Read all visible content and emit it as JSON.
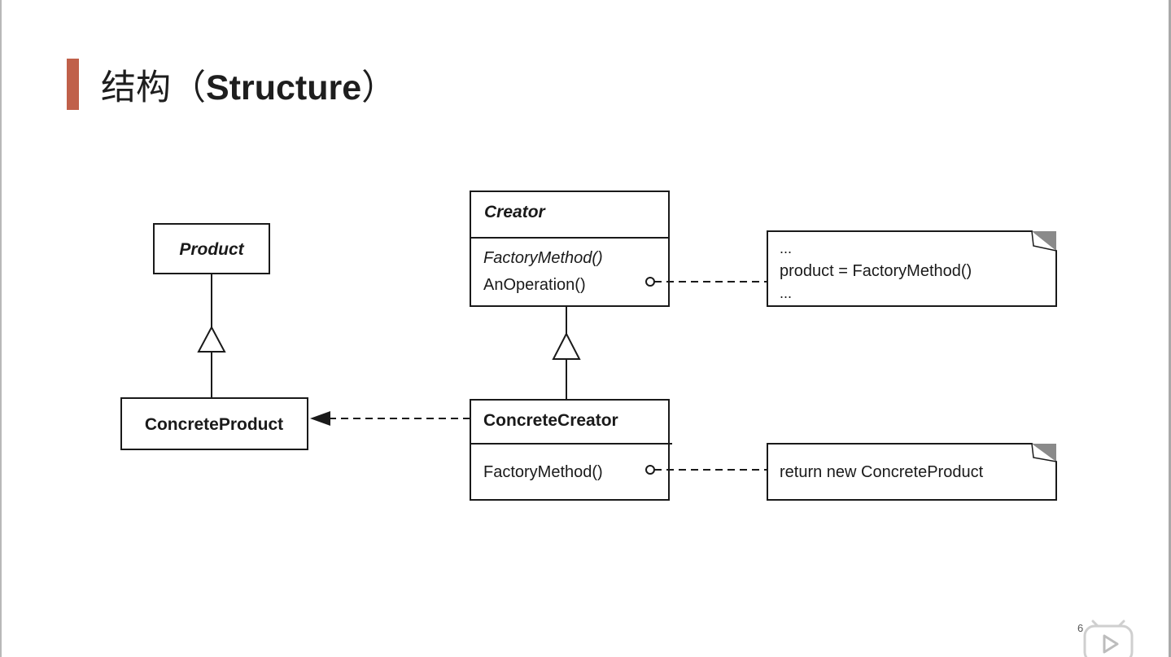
{
  "slide": {
    "title_cjk": "结构",
    "title_open": "（",
    "title_en": "Structure",
    "title_close": "）",
    "page_number": "6"
  },
  "diagram": {
    "product": {
      "name": "Product"
    },
    "concrete_product": {
      "name": "ConcreteProduct"
    },
    "creator": {
      "name": "Creator",
      "methods": [
        "FactoryMethod()",
        "AnOperation()"
      ]
    },
    "concrete_creator": {
      "name": "ConcreteCreator",
      "methods": [
        "FactoryMethod()"
      ]
    },
    "note_operation": {
      "lines": [
        "...",
        "product = FactoryMethod()",
        "..."
      ]
    },
    "note_factory": {
      "lines": [
        "return new ConcreteProduct"
      ]
    }
  },
  "colors": {
    "accent": "#c0604a",
    "line": "#1a1a1a",
    "note_corner": "#8a8a8a"
  },
  "icons": {
    "play": "play-icon"
  }
}
